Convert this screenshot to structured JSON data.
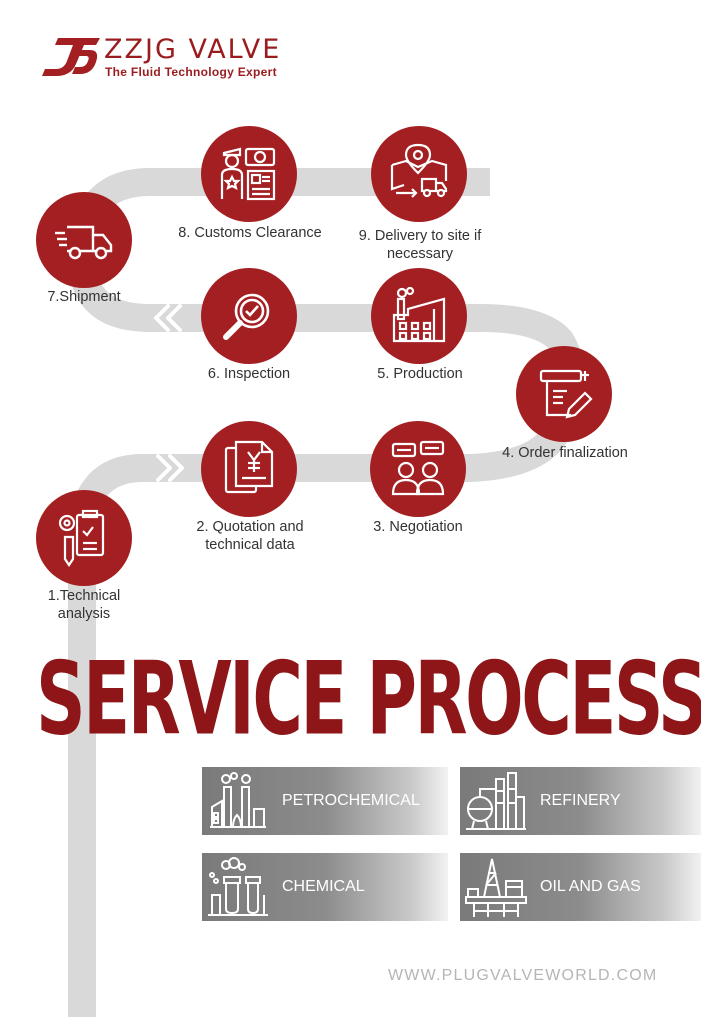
{
  "header": {
    "logo_mark": "JD",
    "brand_name": "ZZJG VALVE",
    "tagline": "The Fluid Technology Expert"
  },
  "steps": [
    {
      "label": "1.Technical analysis",
      "icon": "checklist-gear-icon"
    },
    {
      "label": "2. Quotation and technical data",
      "icon": "quotation-document-icon"
    },
    {
      "label": "3. Negotiation",
      "icon": "negotiation-people-icon"
    },
    {
      "label": "4. Order finalization",
      "icon": "order-sign-icon"
    },
    {
      "label": "5. Production",
      "icon": "factory-icon"
    },
    {
      "label": "6. Inspection",
      "icon": "magnifier-check-icon"
    },
    {
      "label": "7.Shipment",
      "icon": "delivery-truck-icon"
    },
    {
      "label": "8. Customs Clearance",
      "icon": "customs-officer-icon"
    },
    {
      "label": "9. Delivery to site if necessary",
      "icon": "map-pin-truck-icon"
    }
  ],
  "title": "SERVICE PROCESS",
  "industries": [
    {
      "label": "PETROCHEMICAL",
      "icon": "petrochemical-plant-icon"
    },
    {
      "label": "REFINERY",
      "icon": "refinery-icon"
    },
    {
      "label": "CHEMICAL",
      "icon": "chemical-flask-icon"
    },
    {
      "label": "OIL AND GAS",
      "icon": "oil-rig-icon"
    }
  ],
  "website": "WWW.PLUGVALVEWORLD.COM",
  "colors": {
    "brand_red": "#a41f22",
    "title_red": "#8e1518",
    "road_gray": "#d6d6d6",
    "text": "#333333"
  }
}
